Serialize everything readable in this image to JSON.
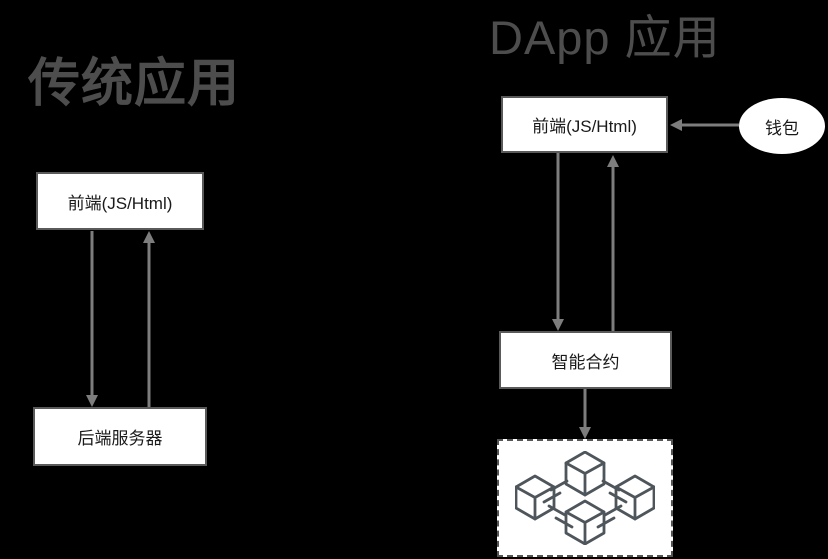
{
  "diagram": {
    "left": {
      "title": "传统应用",
      "nodes": {
        "frontend": {
          "label": "前端(JS/Html)",
          "shape": "rectangle"
        },
        "backend": {
          "label": "后端服务器",
          "shape": "rectangle"
        }
      }
    },
    "right": {
      "title": "DApp 应用",
      "nodes": {
        "frontend": {
          "label": "前端(JS/Html)",
          "shape": "rectangle"
        },
        "wallet": {
          "label": "钱包",
          "shape": "ellipse"
        },
        "contract": {
          "label": "智能合约",
          "shape": "rectangle"
        },
        "blockchain": {
          "label": "",
          "shape": "dashed-rectangle",
          "icon": "blockchain-cubes-icon"
        }
      }
    },
    "edges": [
      {
        "from": "traditional-frontend",
        "to": "traditional-backend",
        "type": "arrow-down"
      },
      {
        "from": "traditional-backend",
        "to": "traditional-frontend",
        "type": "arrow-up"
      },
      {
        "from": "dapp-frontend",
        "to": "smart-contract",
        "type": "arrow-down"
      },
      {
        "from": "smart-contract",
        "to": "dapp-frontend",
        "type": "arrow-up"
      },
      {
        "from": "wallet",
        "to": "dapp-frontend",
        "type": "arrow-left"
      },
      {
        "from": "smart-contract",
        "to": "blockchain-network",
        "type": "arrow-down"
      }
    ],
    "colors": {
      "background": "#000000",
      "title_text": "#4d4d4d",
      "box_border": "#5a5a5a",
      "box_fill": "#ffffff",
      "box_text": "#1a1a1a",
      "arrow": "#7d7d7d",
      "cube_stroke": "#4e565c",
      "dashed_border": "#555555"
    }
  }
}
